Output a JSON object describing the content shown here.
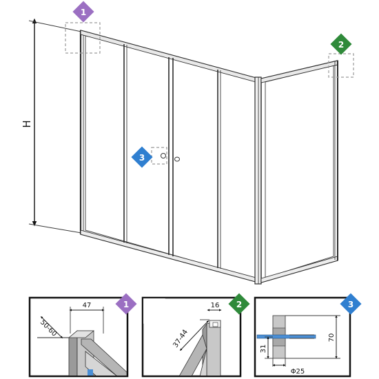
{
  "main_drawing": {
    "height_label": "H"
  },
  "markers": [
    {
      "number": "1",
      "color": "#9b6fc2"
    },
    {
      "number": "2",
      "color": "#2f8a3a"
    },
    {
      "number": "3",
      "color": "#2f7fd0"
    }
  ],
  "details": [
    {
      "id": "1",
      "dimensions": [
        "47",
        "50-60"
      ]
    },
    {
      "id": "2",
      "dimensions": [
        "16",
        "37-44"
      ]
    },
    {
      "id": "3",
      "dimensions": [
        "70",
        "31",
        "Φ25"
      ]
    }
  ]
}
